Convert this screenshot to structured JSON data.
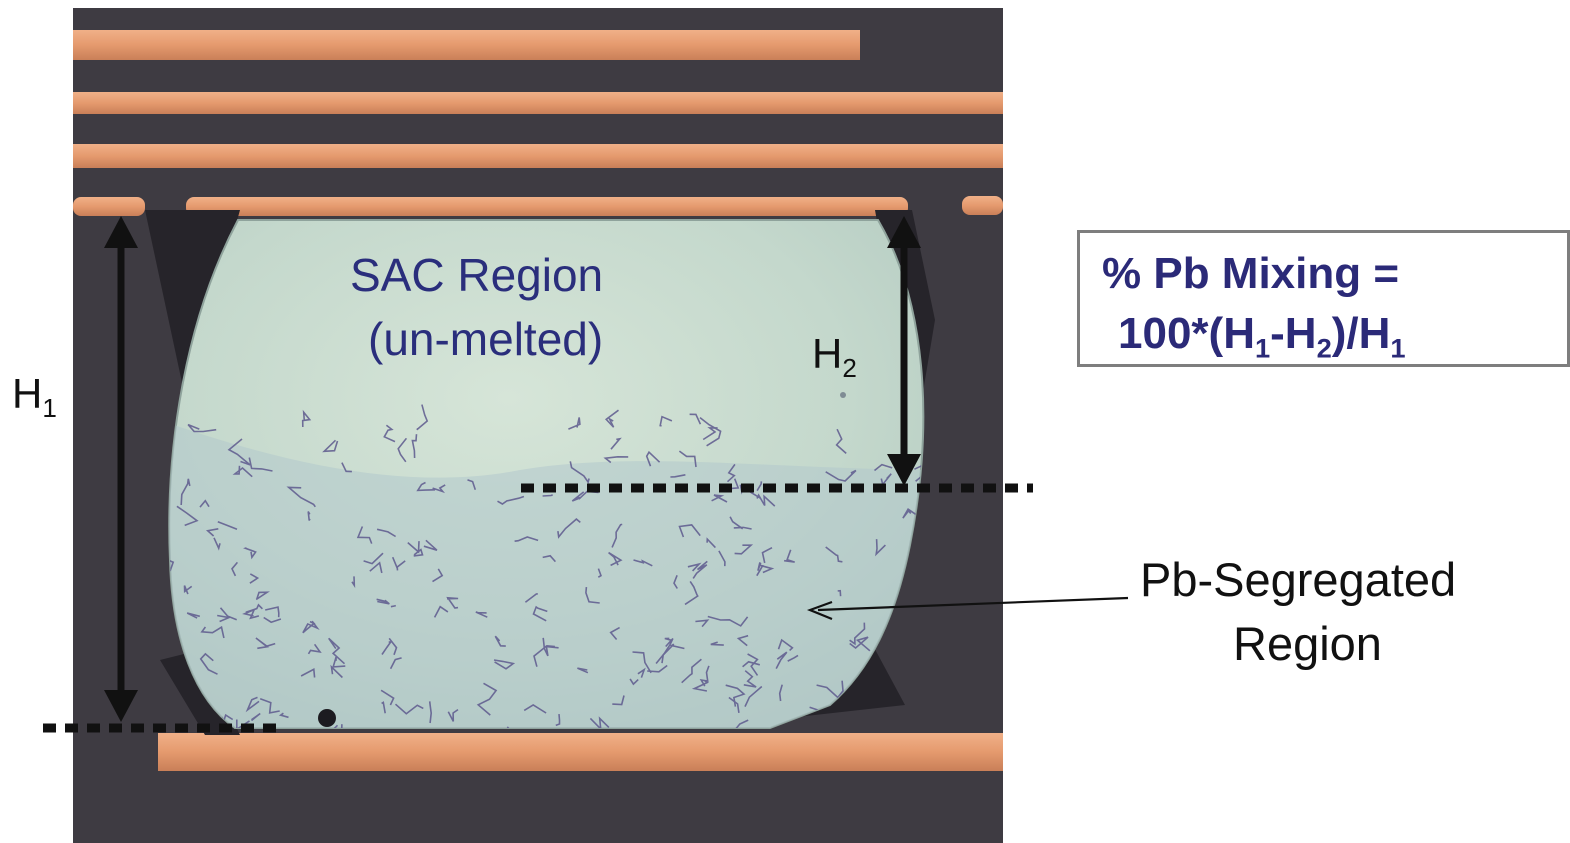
{
  "labels": {
    "h1": "H",
    "h1_sub": "1",
    "h2": "H",
    "h2_sub": "2",
    "sac_title": "SAC Region",
    "sac_subtitle": "(un-melted)",
    "pb_line1": "Pb-Segregated",
    "pb_line2": "Region"
  },
  "formula": {
    "line1": "% Pb Mixing =",
    "line2_prefix": "100*(H",
    "sub_a": "1",
    "dash": "-H",
    "sub_b": "2",
    "close": ")/H",
    "sub_c": "1"
  },
  "colors": {
    "substrate": "#3e3b42",
    "copper_trace": "#e59a6e",
    "solder_joint": "#c4d8cc",
    "label_blue": "#2a2e7c",
    "formula_border": "#7e7e7e"
  },
  "icons": [
    "up-down-arrow-icon",
    "up-down-arrow-icon",
    "leader-arrow-icon"
  ]
}
